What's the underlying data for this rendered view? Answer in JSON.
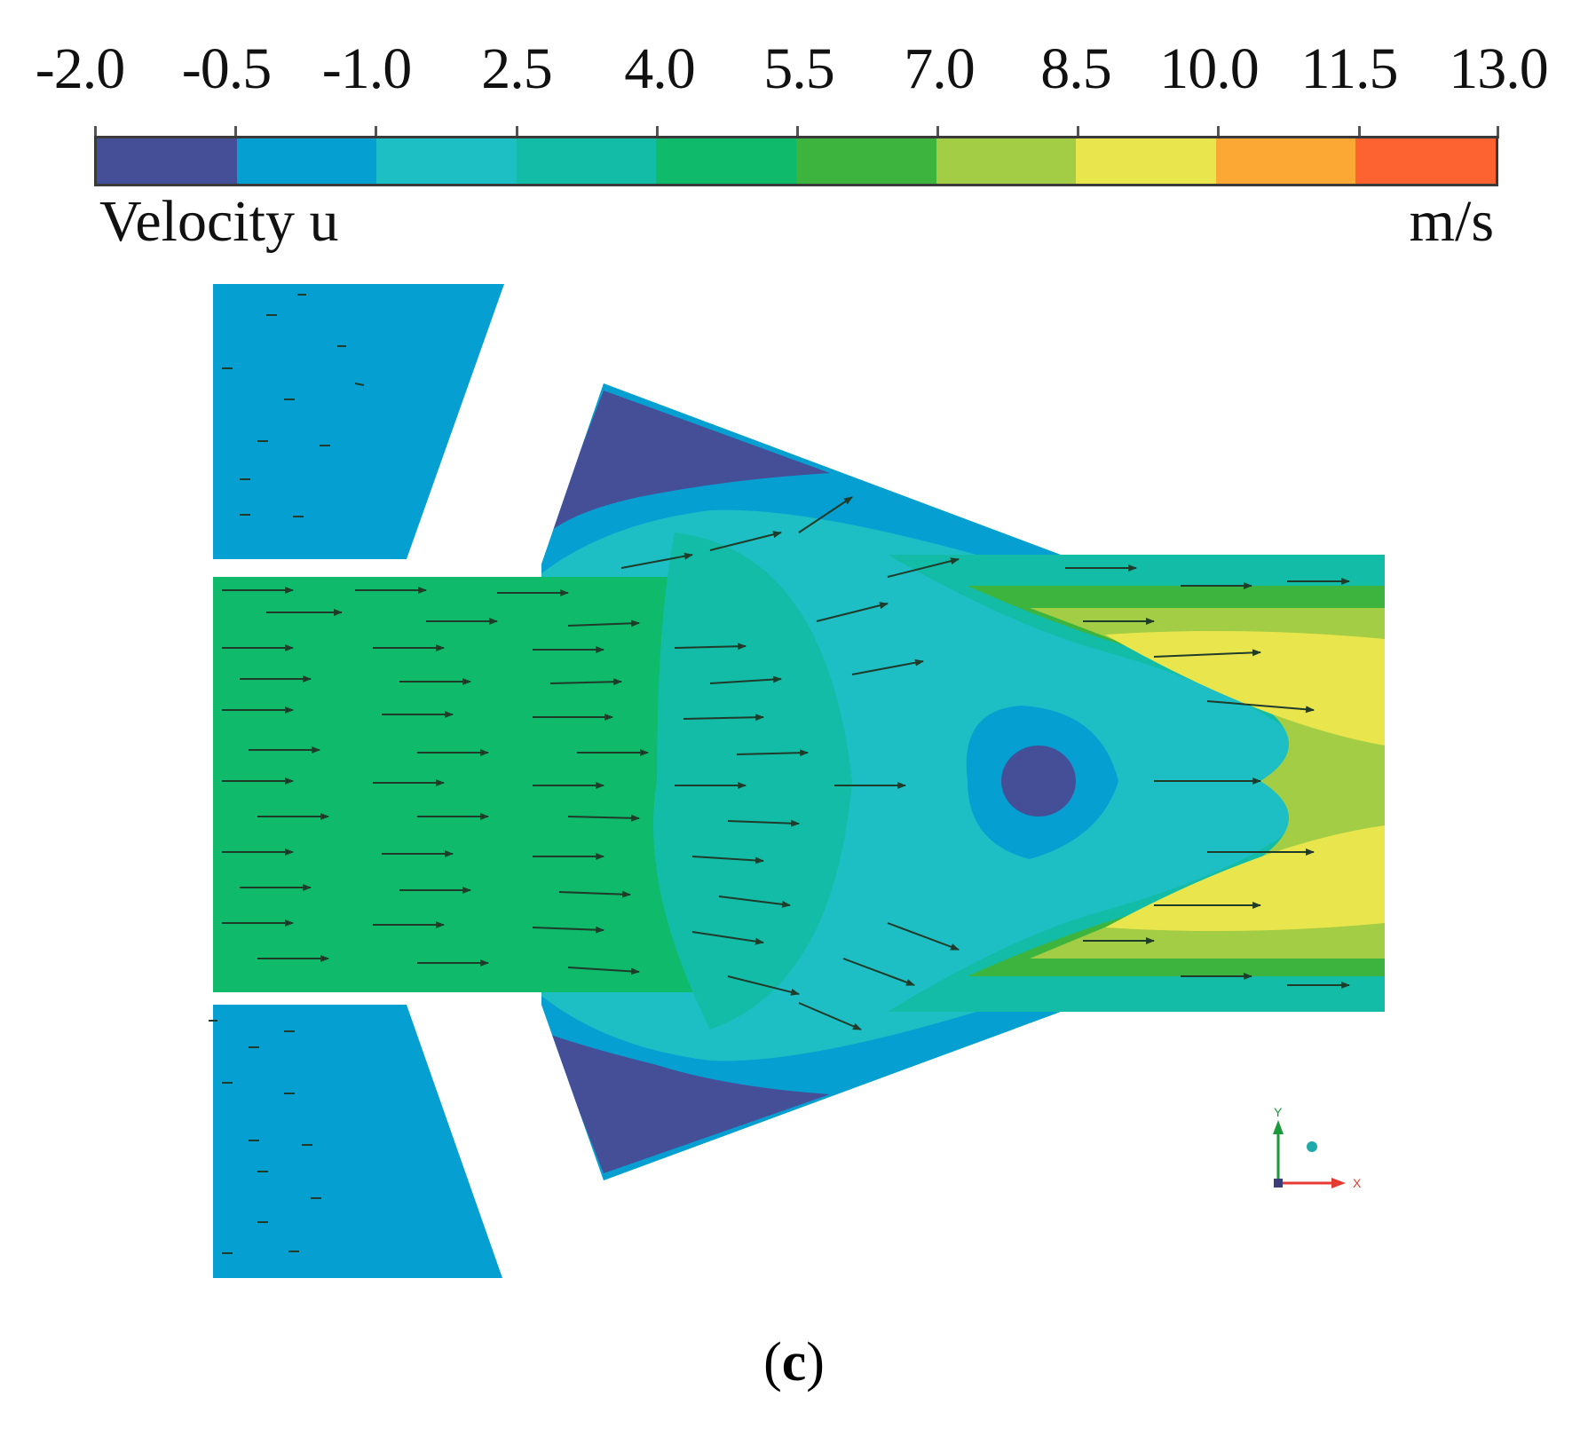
{
  "chart_data": {
    "type": "heatmap",
    "subtype": "CFD velocity contour with vector arrows",
    "title": "",
    "colorbar": {
      "title": "Velocity u",
      "unit": "m/s",
      "tick_labels": [
        "-2.0",
        "-0.5",
        "-1.0",
        "2.5",
        "4.0",
        "5.5",
        "7.0",
        "8.5",
        "10.0",
        "11.5",
        "13.0"
      ],
      "levels": [
        -2.0,
        -0.5,
        1.0,
        2.5,
        4.0,
        5.5,
        7.0,
        8.5,
        10.0,
        11.5,
        13.0
      ],
      "colors": [
        "#454f98",
        "#069fd2",
        "#1dbfc4",
        "#13bca6",
        "#0fba6a",
        "#3cb43e",
        "#a3cd44",
        "#e9e54d",
        "#fca835",
        "#fd6330"
      ],
      "orientation": "horizontal",
      "position": "top"
    },
    "regions": [
      {
        "name": "upper-side-inlet",
        "approx_value_range": "-0.5 to 1.0",
        "color": "#069fd2"
      },
      {
        "name": "lower-side-inlet",
        "approx_value_range": "-0.5 to 1.0",
        "color": "#069fd2"
      },
      {
        "name": "main-jet-inlet",
        "approx_value_range": "4.0 to 5.5",
        "color": "#0fba6a"
      },
      {
        "name": "upper-recirculation-corner",
        "approx_value_range": "-2.0 to -0.5",
        "color": "#454f98"
      },
      {
        "name": "lower-recirculation-corner",
        "approx_value_range": "-2.0 to -0.5",
        "color": "#454f98"
      },
      {
        "name": "central-vortex-core",
        "approx_value_range": "-2.0 to -0.5",
        "color": "#454f98"
      },
      {
        "name": "outlet-high-speed-lobes",
        "approx_value_range": "8.5 to 10.0",
        "color": "#e9e54d"
      }
    ],
    "axes_triad": {
      "x_label": "X",
      "y_label": "Y",
      "x_color": "#e53b32",
      "y_color": "#1a9a3a"
    },
    "caption": "(c)",
    "xlabel": "",
    "ylabel": "",
    "grid": false
  },
  "colorbar": {
    "tick_labels": [
      "-2.0",
      "-0.5",
      "-1.0",
      "2.5",
      "4.0",
      "5.5",
      "7.0",
      "8.5",
      "10.0",
      "11.5",
      "13.0"
    ],
    "title": "Velocity u",
    "unit": "m/s"
  },
  "triad": {
    "x": "X",
    "y": "Y"
  },
  "caption": {
    "open": "(",
    "letter": "c",
    "close": ")"
  }
}
